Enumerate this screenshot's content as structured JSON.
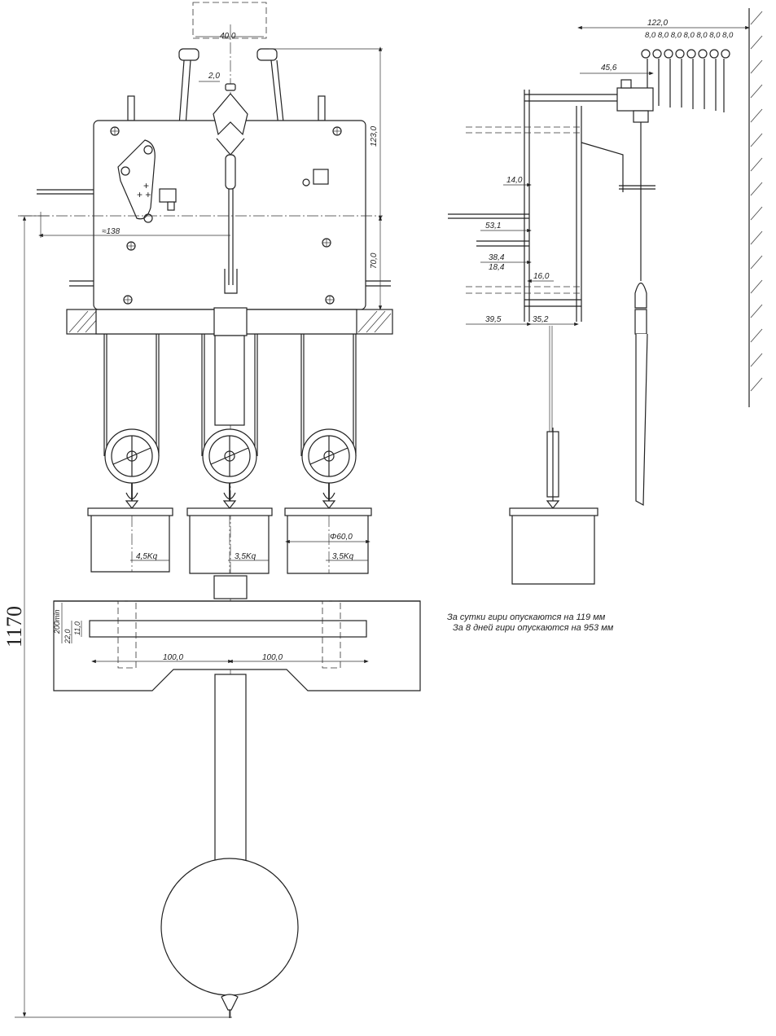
{
  "front_view": {
    "dims": {
      "d40": "40,0",
      "d2": "2,0",
      "d123": "123,0",
      "d138": "≈138",
      "d70": "70,0",
      "d1170": "1170",
      "d100a": "100,0",
      "d100b": "100,0",
      "d200min": "200min",
      "d22": "22,0",
      "d11": "11,0"
    },
    "weights": {
      "w1": "4,5Kq",
      "w2": "3,5Kq",
      "w3": "3,5Kq",
      "dia": "Φ60,0"
    }
  },
  "side_view": {
    "dims": {
      "d122": "122,0",
      "d8row": "8,0 8,0 8,0 8,0 8,0 8,0 8,0",
      "d45": "45,6",
      "d14": "14,0",
      "d53": "53,1",
      "d38": "38,4",
      "d18": "18,4",
      "d16": "16,0",
      "d39": "39,5",
      "d35": "35,2"
    }
  },
  "notes": {
    "line1": "За сутки гири опускаются на 119 мм",
    "line2": "За 8 дней гири опускаются на 953 мм"
  }
}
